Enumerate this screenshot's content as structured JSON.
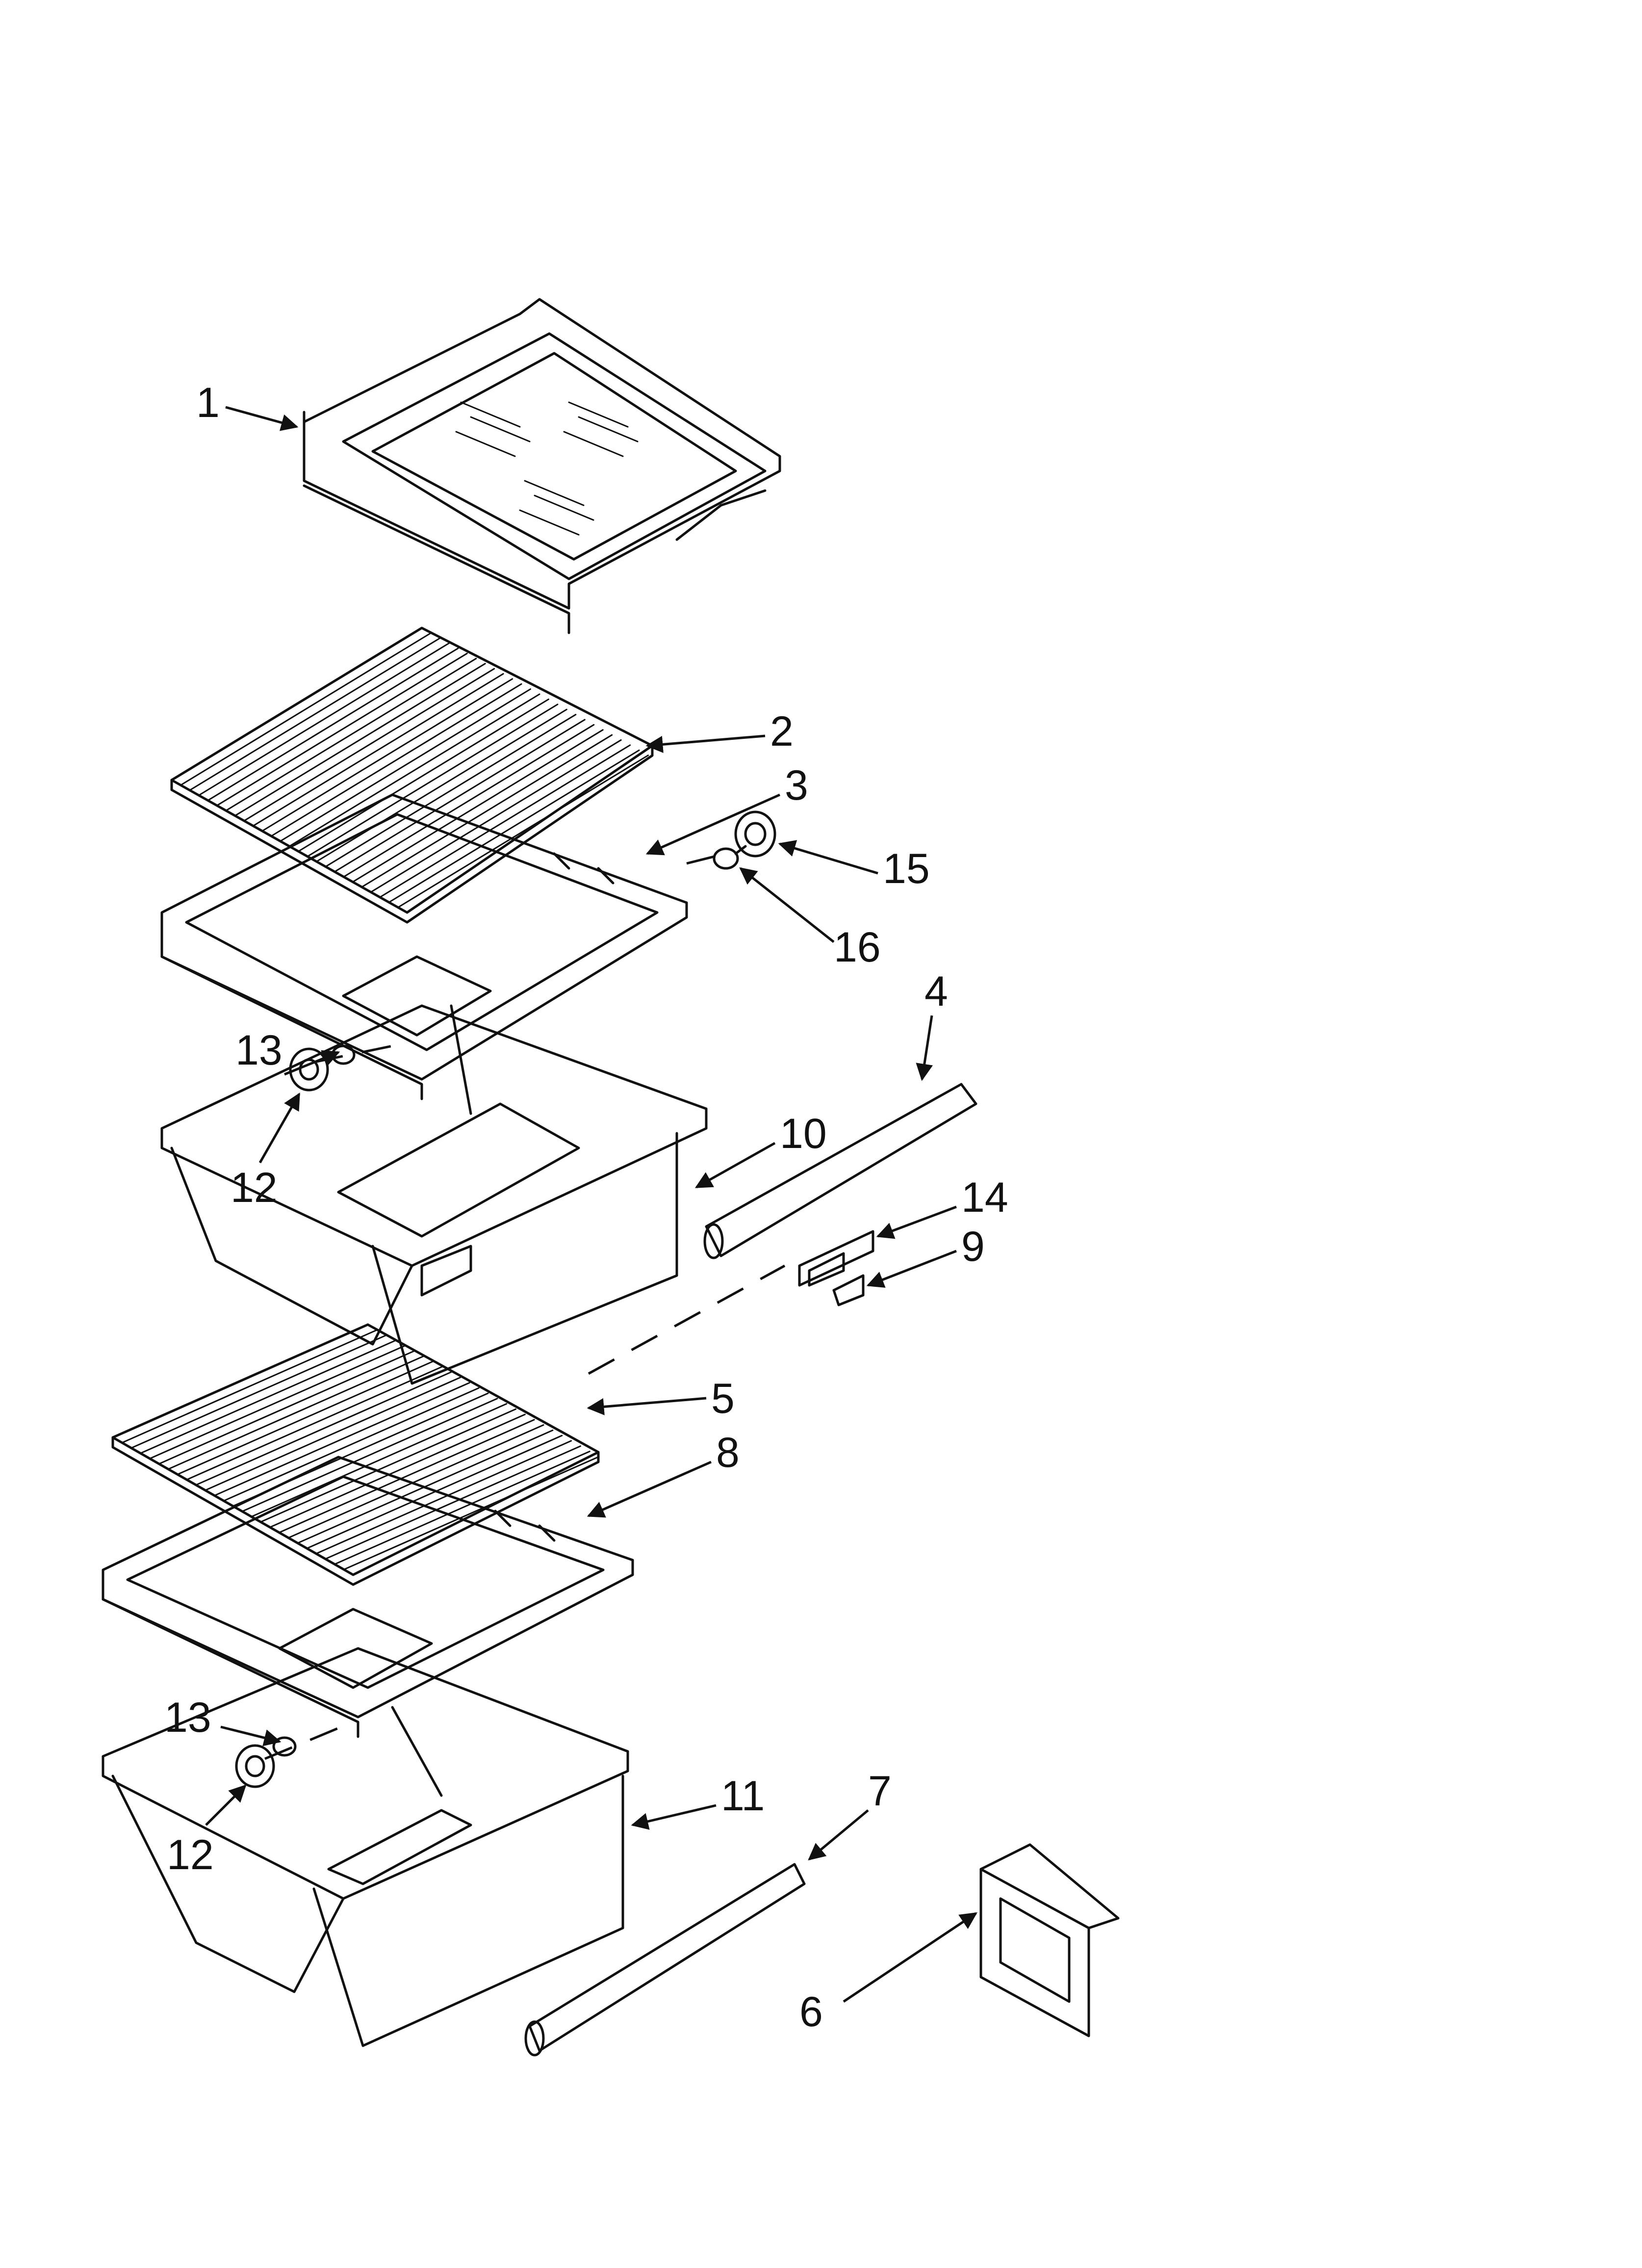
{
  "callouts": [
    {
      "id": "1",
      "text": "1"
    },
    {
      "id": "2",
      "text": "2"
    },
    {
      "id": "3",
      "text": "3"
    },
    {
      "id": "4",
      "text": "4"
    },
    {
      "id": "5",
      "text": "5"
    },
    {
      "id": "6",
      "text": "6"
    },
    {
      "id": "7",
      "text": "7"
    },
    {
      "id": "8",
      "text": "8"
    },
    {
      "id": "9",
      "text": "9"
    },
    {
      "id": "10",
      "text": "10"
    },
    {
      "id": "11",
      "text": "11"
    },
    {
      "id": "12a",
      "text": "12"
    },
    {
      "id": "12b",
      "text": "12"
    },
    {
      "id": "13a",
      "text": "13"
    },
    {
      "id": "13b",
      "text": "13"
    },
    {
      "id": "14",
      "text": "14"
    },
    {
      "id": "15",
      "text": "15"
    },
    {
      "id": "16",
      "text": "16"
    }
  ],
  "colors": {
    "line": "#111111",
    "background": "#ffffff"
  }
}
